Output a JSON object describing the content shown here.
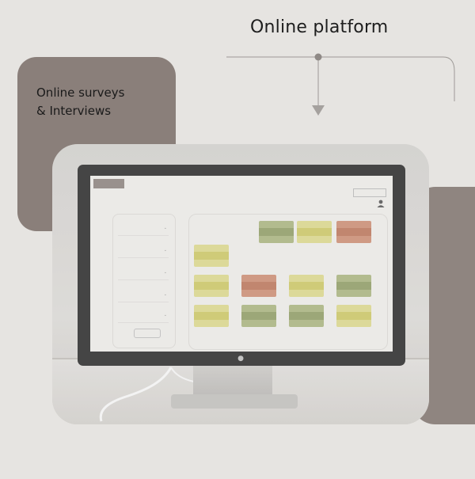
{
  "heading": "Online platform",
  "card": {
    "line1": "Online surveys",
    "line2": "& Interviews"
  },
  "colors": {
    "background": "#e6e4e1",
    "card": "#8a7f7a",
    "accent_shape": "#8f8580",
    "tile_yellow": "#d8d48b",
    "tile_green": "#a8b27f",
    "tile_red": "#c98c73"
  },
  "icons": {
    "connector_dot": "dot-icon",
    "arrow": "arrow-down-icon",
    "user": "user-icon"
  }
}
